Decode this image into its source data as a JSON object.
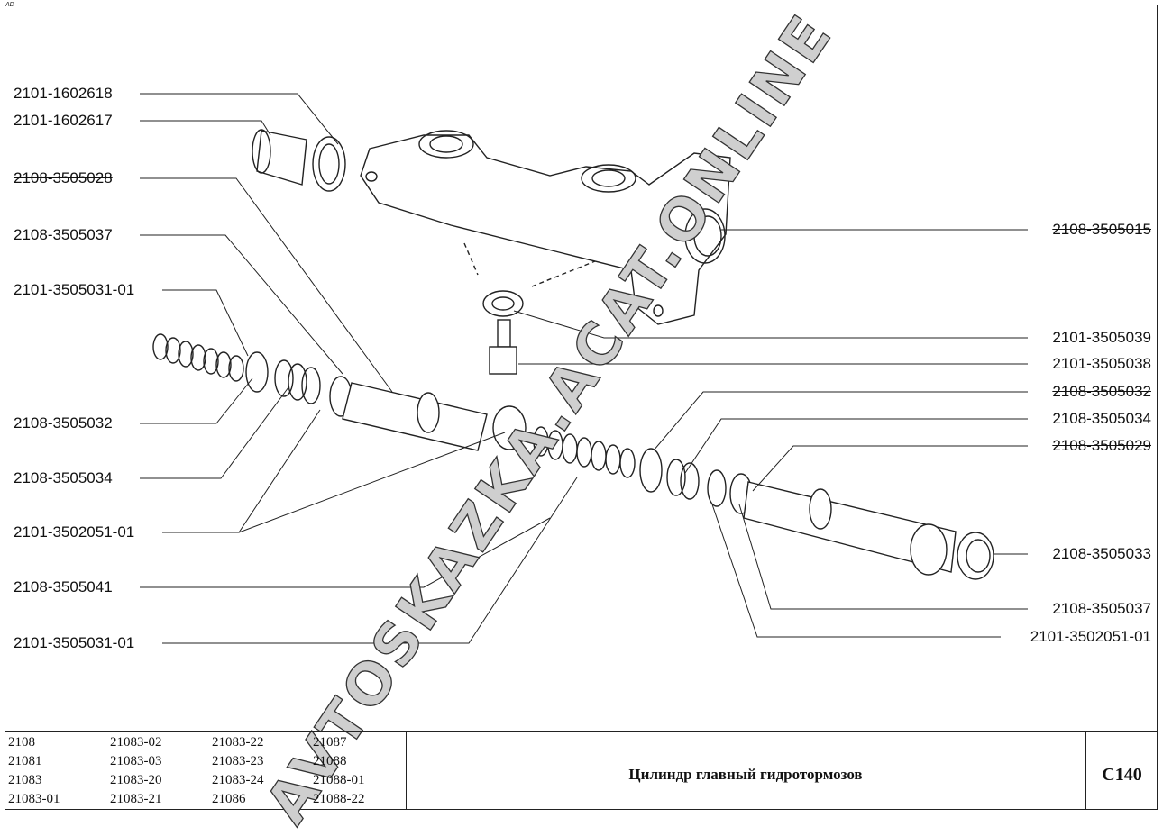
{
  "corner_mark": "AD",
  "watermark": "AVTOSKAZKA.ACAT.ONLINE",
  "left_labels": [
    {
      "text": "2101-1602618",
      "strike": false
    },
    {
      "text": "2101-1602617",
      "strike": false
    },
    {
      "text": "2108-3505028",
      "strike": true
    },
    {
      "text": "2108-3505037",
      "strike": false
    },
    {
      "text": "2101-3505031-01",
      "strike": false
    },
    {
      "text": "2108-3505032",
      "strike": true
    },
    {
      "text": "2108-3505034",
      "strike": false
    },
    {
      "text": "2101-3502051-01",
      "strike": false
    },
    {
      "text": "2108-3505041",
      "strike": false
    },
    {
      "text": "2101-3505031-01",
      "strike": false
    }
  ],
  "right_labels": [
    {
      "text": "2108-3505015",
      "strike": true
    },
    {
      "text": "2101-3505039",
      "strike": false
    },
    {
      "text": "2101-3505038",
      "strike": false
    },
    {
      "text": "2108-3505032",
      "strike": true
    },
    {
      "text": "2108-3505034",
      "strike": false
    },
    {
      "text": "2108-3505029",
      "strike": true
    },
    {
      "text": "2108-3505033",
      "strike": false
    },
    {
      "text": "2108-3505037",
      "strike": false
    },
    {
      "text": "2101-3502051-01",
      "strike": false
    }
  ],
  "models": [
    [
      "2108",
      "21081",
      "21083",
      "21083-01"
    ],
    [
      "21083-02",
      "21083-03",
      "21083-20",
      "21083-21"
    ],
    [
      "21083-22",
      "21083-23",
      "21083-24",
      "21086"
    ],
    [
      "21087",
      "21088",
      "21088-01",
      "21088-22"
    ]
  ],
  "title": "Цилиндр главный гидротормозов",
  "code": "C140"
}
